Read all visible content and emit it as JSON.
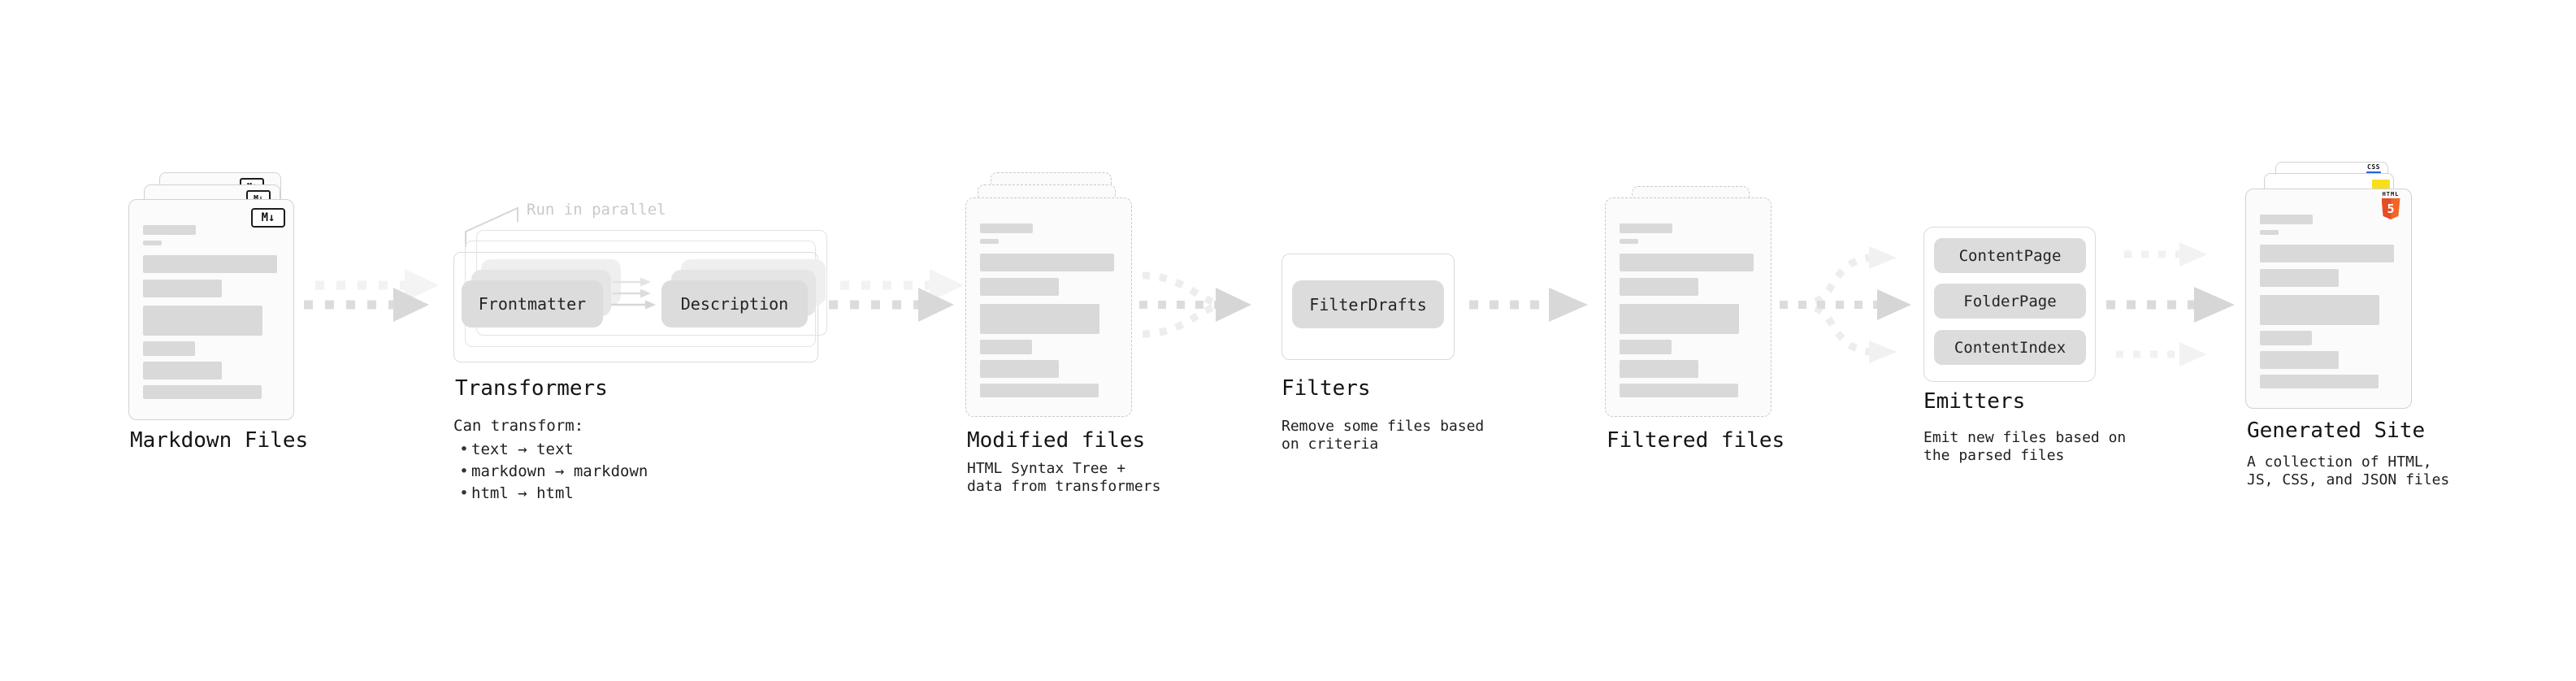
{
  "ui": {
    "bullet": "•"
  },
  "colors": {
    "background": "#ffffff",
    "card_fill": "#fbfbfb",
    "card_border": "#d2d2d2",
    "dashed_border": "#c9c9c9",
    "bar_fill": "#d9d9d9",
    "pill_fill": "#dcdcdc",
    "arrow_main": "#dcdcdc",
    "arrow_ghost": "#f1f1f1",
    "note_gray": "#c9c9c9",
    "html5_orange": "#e44d26",
    "js_yellow": "#f7df1e",
    "css_blue": "#2760e8"
  },
  "stages": {
    "markdown_files": {
      "label": "Markdown Files",
      "file_icon": "M↓"
    },
    "transformers": {
      "title": "Transformers",
      "note": "Run in parallel",
      "steps": [
        "Frontmatter",
        "Description"
      ],
      "desc_heading": "Can transform:",
      "bullets": [
        "text → text",
        "markdown → markdown",
        "html → html"
      ]
    },
    "modified_files": {
      "title": "Modified files",
      "subtitle": "HTML Syntax Tree +\ndata from transformers"
    },
    "filters": {
      "title": "Filters",
      "items": [
        "FilterDrafts"
      ],
      "subtitle": "Remove some files based\non criteria"
    },
    "filtered_files": {
      "title": "Filtered files"
    },
    "emitters": {
      "title": "Emitters",
      "items": [
        "ContentPage",
        "FolderPage",
        "ContentIndex"
      ],
      "subtitle": "Emit new files based on\nthe parsed files"
    },
    "generated_site": {
      "title": "Generated Site",
      "subtitle": "A collection of HTML,\nJS, CSS, and JSON files",
      "badges": {
        "css": "CSS",
        "html_label": "HTML",
        "html_number": "5"
      }
    }
  }
}
